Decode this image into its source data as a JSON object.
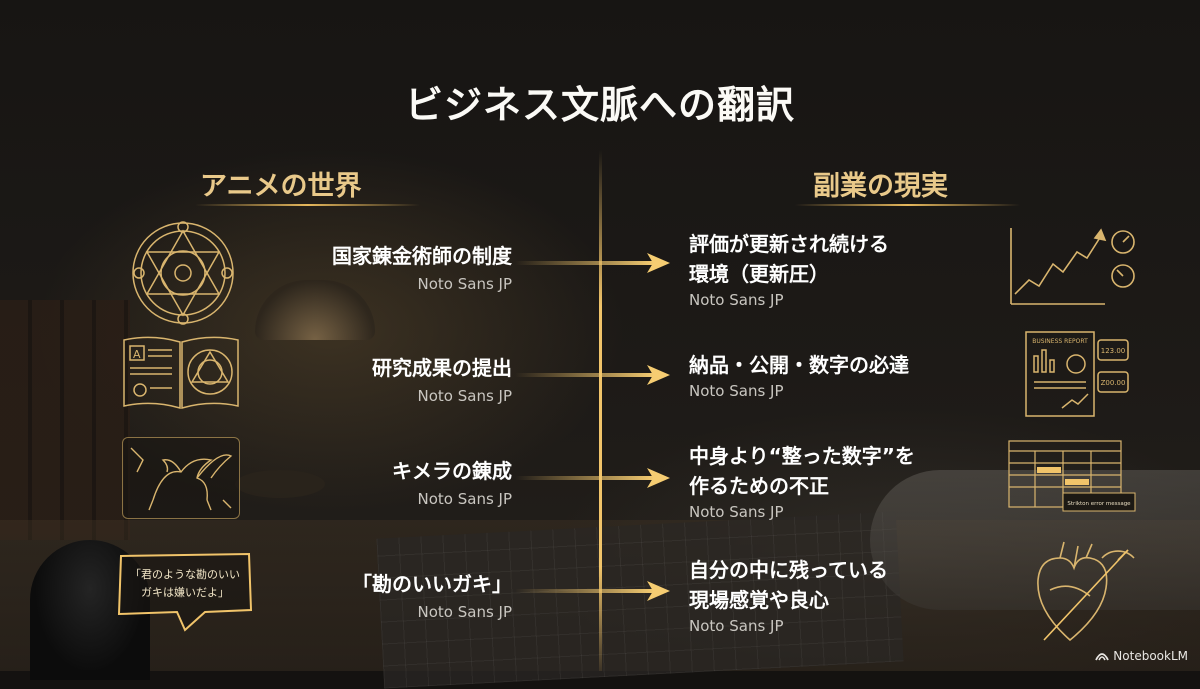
{
  "slide": {
    "title": "ビジネス文脈への翻訳",
    "left_heading": "アニメの世界",
    "right_heading": "副業の現実"
  },
  "rows": [
    {
      "left_main": "国家錬金術師の制度",
      "left_sub": "Noto Sans JP",
      "right_line1": "評価が更新され続ける",
      "right_line2": "環境（更新圧）",
      "right_sub": "Noto Sans JP",
      "left_icon": "transmutation-circle-icon",
      "right_icon": "rising-chart-gauge-icon"
    },
    {
      "left_main": "研究成果の提出",
      "left_sub": "Noto Sans JP",
      "right_line1": "納品・公開・数字の必達",
      "right_line2": "",
      "right_sub": "Noto Sans JP",
      "left_icon": "research-book-icon",
      "right_icon": "business-report-icon"
    },
    {
      "left_main": "キメラの錬成",
      "left_sub": "Noto Sans JP",
      "right_line1": "中身より“整った数字”を",
      "right_line2": "作るための不正",
      "right_sub": "Noto Sans JP",
      "left_icon": "chimera-icon",
      "right_icon": "error-spreadsheet-icon"
    },
    {
      "left_main": "「勘のいいガキ」",
      "left_sub": "Noto Sans JP",
      "right_line1": "自分の中に残っている",
      "right_line2": "現場感覚や良心",
      "right_sub": "Noto Sans JP",
      "left_icon": "speech-bubble-icon",
      "right_icon": "heart-gauge-icon"
    }
  ],
  "icon_text": {
    "book_letter": "A",
    "report_title": "BUSINESS REPORT",
    "report_tag1": "123.00",
    "report_tag2": "Z00.00",
    "error_label": "Strikton error message",
    "bubble_line1": "「君のような勘のいい",
    "bubble_line2": "ガキは嫌いだよ」"
  },
  "branding": {
    "logo_text": "NotebookLM"
  },
  "colors": {
    "gold": "#f1c46a",
    "heading_gold": "#e9c98a",
    "background": "#141210"
  }
}
